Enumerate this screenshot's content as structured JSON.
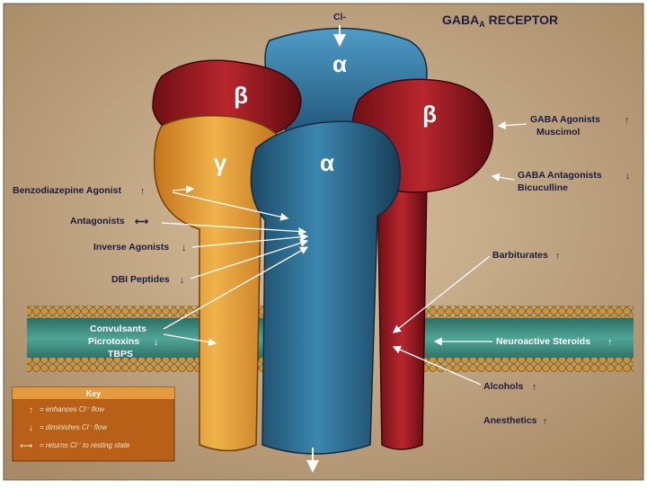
{
  "title": {
    "main": "GABA",
    "subscript": "A",
    "rest": " RECEPTOR"
  },
  "subunits": {
    "alpha_back": "α",
    "beta_left": "β",
    "beta_right": "β",
    "gamma": "γ",
    "alpha_front": "α"
  },
  "ion": "Cl-",
  "labels": {
    "gaba_agonists": "GABA Agonists",
    "muscimol": "Muscimol",
    "gaba_antagonists": "GABA Antagonists",
    "bicuculline": "Bicuculline",
    "benzodiazepine_agonist": "Benzodiazepine Agonist",
    "antagonists": "Antagonists",
    "inverse_agonists": "Inverse Agonists",
    "dbi_peptides": "DBI Peptides",
    "convulsants": "Convulsants",
    "picrotoxins": "Picrotoxins",
    "tbps": "TBPS",
    "barbiturates": "Barbiturates",
    "neuroactive_steroids": "Neuroactive Steroids",
    "alcohols": "Alcohols",
    "anesthetics": "Anesthetics"
  },
  "key": {
    "title": "Key",
    "items": [
      "= enhances Cl⁻ flow",
      "= diminishes Cl⁻ flow",
      "= returns Cl⁻ to resting state"
    ]
  },
  "colors": {
    "background": "#c2a684",
    "alpha_blue": "#2a6b90",
    "beta_red": "#a51c24",
    "gamma_orange": "#e39a2e",
    "membrane_green": "#3a8a7c",
    "lipid_head": "#c4943e",
    "label_text": "#1c1c40"
  }
}
